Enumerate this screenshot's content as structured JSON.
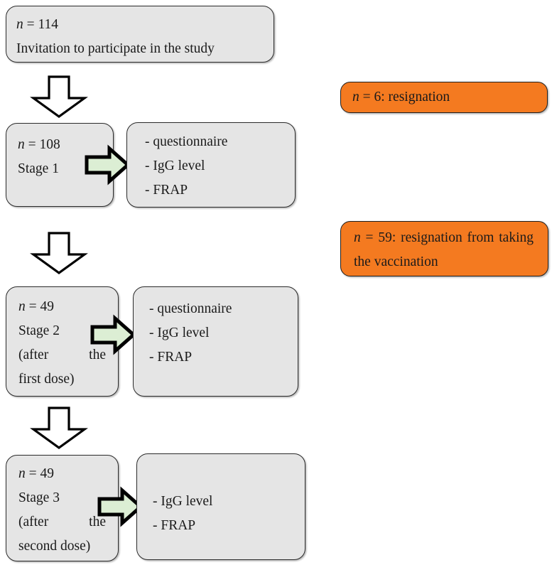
{
  "diagram": {
    "title": "Study participation flow chart",
    "colors": {
      "box_fill": "#e5e5e5",
      "box_border": "#2b2b2b",
      "dropout_fill": "#f47a20",
      "green_arrow_fill": "#dceed4",
      "green_arrow_border": "#000000",
      "down_arrow_fill": "#ffffff",
      "down_arrow_border": "#000000",
      "text": "#1a1a1a"
    },
    "nodes": {
      "invitation": {
        "n_label": "n",
        "n_equals": " = 114",
        "description": "Invitation to participate in the study"
      },
      "stage1": {
        "n_line": " = 108",
        "n_label": "n",
        "stage_line": "Stage 1"
      },
      "stage1_measures": {
        "items": [
          "- questionnaire",
          "- IgG level",
          "- FRAP"
        ]
      },
      "stage2": {
        "n_label": "n",
        "n_line": " = 49",
        "stage_line": "Stage 2",
        "note_line1": "(after the",
        "note_line2": "first dose)"
      },
      "stage2_measures": {
        "items": [
          "- questionnaire",
          "- IgG level",
          "- FRAP"
        ]
      },
      "stage3": {
        "n_label": "n",
        "n_line": " = 49",
        "stage_line": "Stage 3",
        "note_line1": "(after the",
        "note_line2": "second dose)"
      },
      "stage3_measures": {
        "items": [
          "- IgG level",
          "- FRAP"
        ]
      },
      "dropout1": {
        "n_label": "n",
        "text": " = 6: resignation"
      },
      "dropout2": {
        "n_label": "n",
        "text": " = 59: resignation from taking the vaccination"
      }
    },
    "icons": {
      "down_arrow": "down-arrow-icon",
      "right_arrow": "right-arrow-icon"
    }
  }
}
